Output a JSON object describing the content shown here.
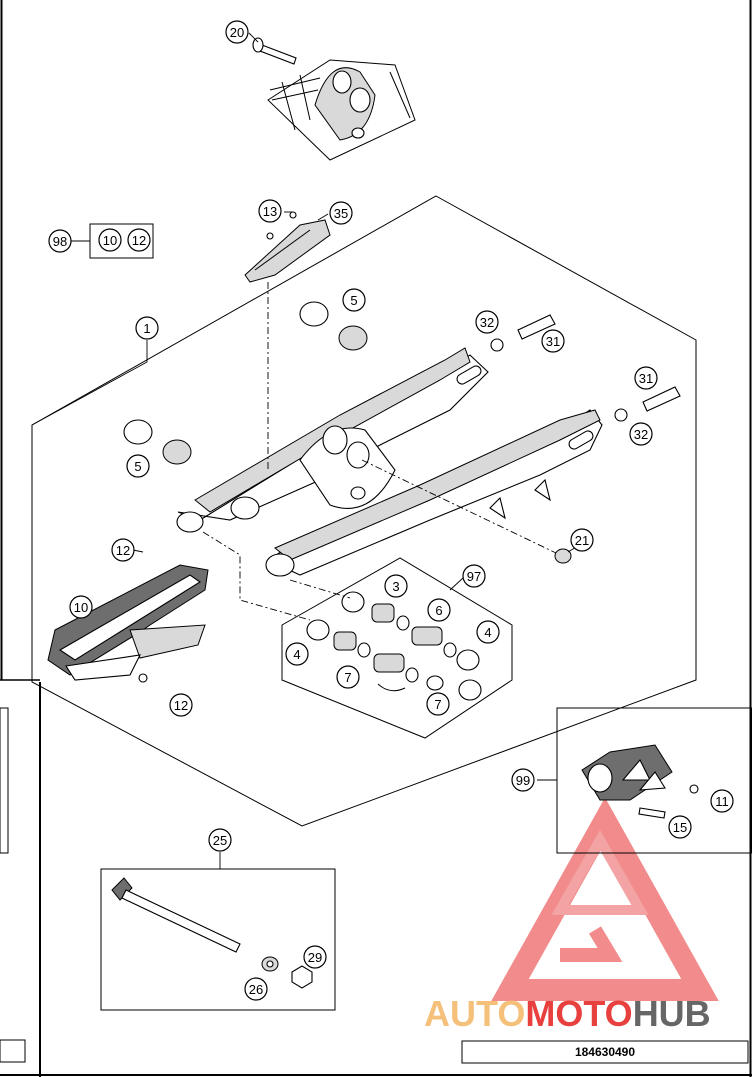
{
  "diagram": {
    "reference_number": "184630490",
    "callouts": [
      {
        "id": "c20",
        "label": "20"
      },
      {
        "id": "c98",
        "label": "98"
      },
      {
        "id": "c10a",
        "label": "10"
      },
      {
        "id": "c12a",
        "label": "12"
      },
      {
        "id": "c13",
        "label": "13"
      },
      {
        "id": "c35",
        "label": "35"
      },
      {
        "id": "c5a",
        "label": "5"
      },
      {
        "id": "c1",
        "label": "1"
      },
      {
        "id": "c32a",
        "label": "32"
      },
      {
        "id": "c31a",
        "label": "31"
      },
      {
        "id": "c31b",
        "label": "31"
      },
      {
        "id": "c32b",
        "label": "32"
      },
      {
        "id": "c5b",
        "label": "5"
      },
      {
        "id": "c21",
        "label": "21"
      },
      {
        "id": "c12b",
        "label": "12"
      },
      {
        "id": "c97",
        "label": "97"
      },
      {
        "id": "c3",
        "label": "3"
      },
      {
        "id": "c10b",
        "label": "10"
      },
      {
        "id": "c6",
        "label": "6"
      },
      {
        "id": "c4a",
        "label": "4"
      },
      {
        "id": "c4b",
        "label": "4"
      },
      {
        "id": "c7a",
        "label": "7"
      },
      {
        "id": "c7b",
        "label": "7"
      },
      {
        "id": "c12c",
        "label": "12"
      },
      {
        "id": "c99",
        "label": "99"
      },
      {
        "id": "c11",
        "label": "11"
      },
      {
        "id": "c15",
        "label": "15"
      },
      {
        "id": "c25",
        "label": "25"
      },
      {
        "id": "c29",
        "label": "29"
      },
      {
        "id": "c26",
        "label": "26"
      }
    ]
  },
  "watermark": {
    "part1": "AUTO",
    "part2": "MOTO",
    "part3": "HUB",
    "color_light": "#f5c07a",
    "color_red": "#e8403e",
    "color_dark": "#666666"
  }
}
